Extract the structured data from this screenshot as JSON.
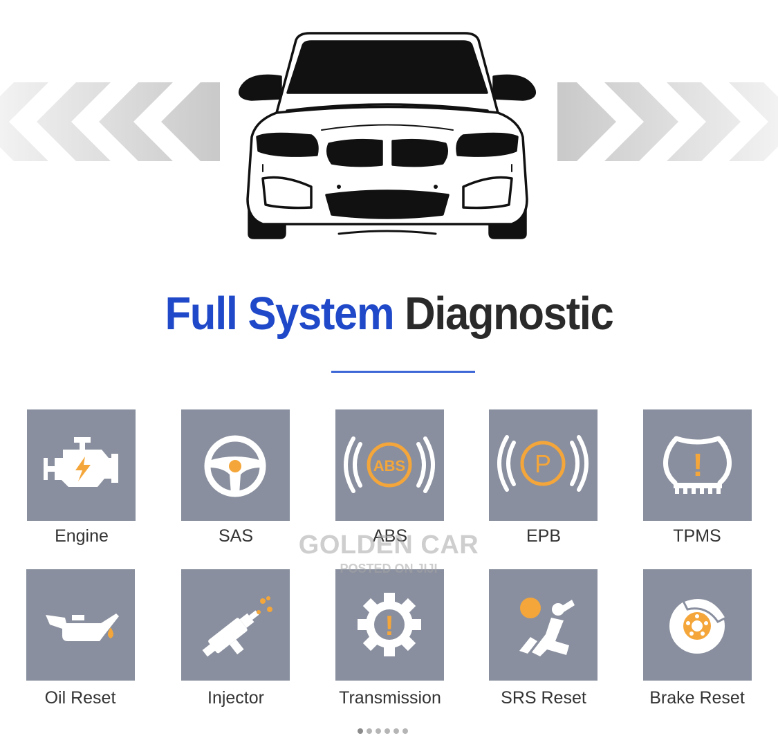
{
  "title": {
    "part_blue": "Full System",
    "part_dark": "Diagnostic"
  },
  "colors": {
    "title_blue": "#1f49c9",
    "title_dark": "#2a2a2a",
    "tile_bg": "#898f9e",
    "icon_white": "#ffffff",
    "icon_accent": "#f4a63a"
  },
  "hero": {
    "icons": [
      "chevron-arrows-left",
      "car-front",
      "chevron-arrows-right"
    ]
  },
  "functions": [
    {
      "label": "Engine",
      "icon": "engine-icon"
    },
    {
      "label": "SAS",
      "icon": "steering-wheel-icon"
    },
    {
      "label": "ABS",
      "icon": "abs-warning-icon"
    },
    {
      "label": "EPB",
      "icon": "parking-brake-icon"
    },
    {
      "label": "TPMS",
      "icon": "tire-pressure-icon"
    },
    {
      "label": "Oil Reset",
      "icon": "oil-can-icon"
    },
    {
      "label": "Injector",
      "icon": "fuel-injector-icon"
    },
    {
      "label": "Transmission",
      "icon": "transmission-gear-icon"
    },
    {
      "label": "SRS Reset",
      "icon": "airbag-icon"
    },
    {
      "label": "Brake Reset",
      "icon": "brake-disc-icon"
    }
  ],
  "icon_text": {
    "abs": "ABS",
    "epb": "P",
    "tpms_mark": "!",
    "transmission_mark": "!"
  },
  "watermark": {
    "line1": "GOLDEN CAR",
    "line2": "POSTED ON JIJI"
  },
  "carousel": {
    "count": 6,
    "active_index": 0
  }
}
